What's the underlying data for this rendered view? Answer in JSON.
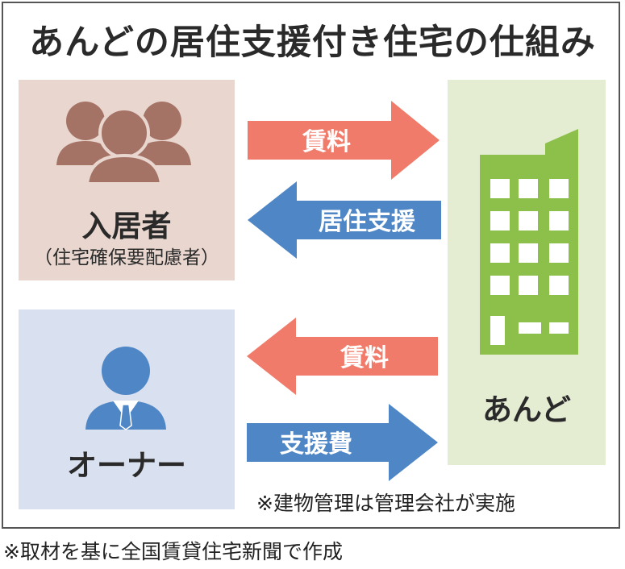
{
  "title": "あんどの居住支援付き住宅の仕組み",
  "resident": {
    "label": "入居者",
    "sublabel": "（住宅確保要配慮者）"
  },
  "owner": {
    "label": "オーナー"
  },
  "ando": {
    "label": "あんど"
  },
  "arrows": {
    "rent_to_ando": "賃料",
    "housing_support": "居住支援",
    "rent_to_owner": "賃料",
    "support_fee": "支援費"
  },
  "footnote": "※建物管理は管理会社が実施",
  "source": "※取材を基に全国賃貸住宅新聞で作成",
  "colors": {
    "salmon_arrow": "#f07b6a",
    "blue_arrow": "#4f86c6",
    "resident_icon": "#a57365",
    "owner_icon": "#4f86c6",
    "building": "#8cc04a"
  }
}
